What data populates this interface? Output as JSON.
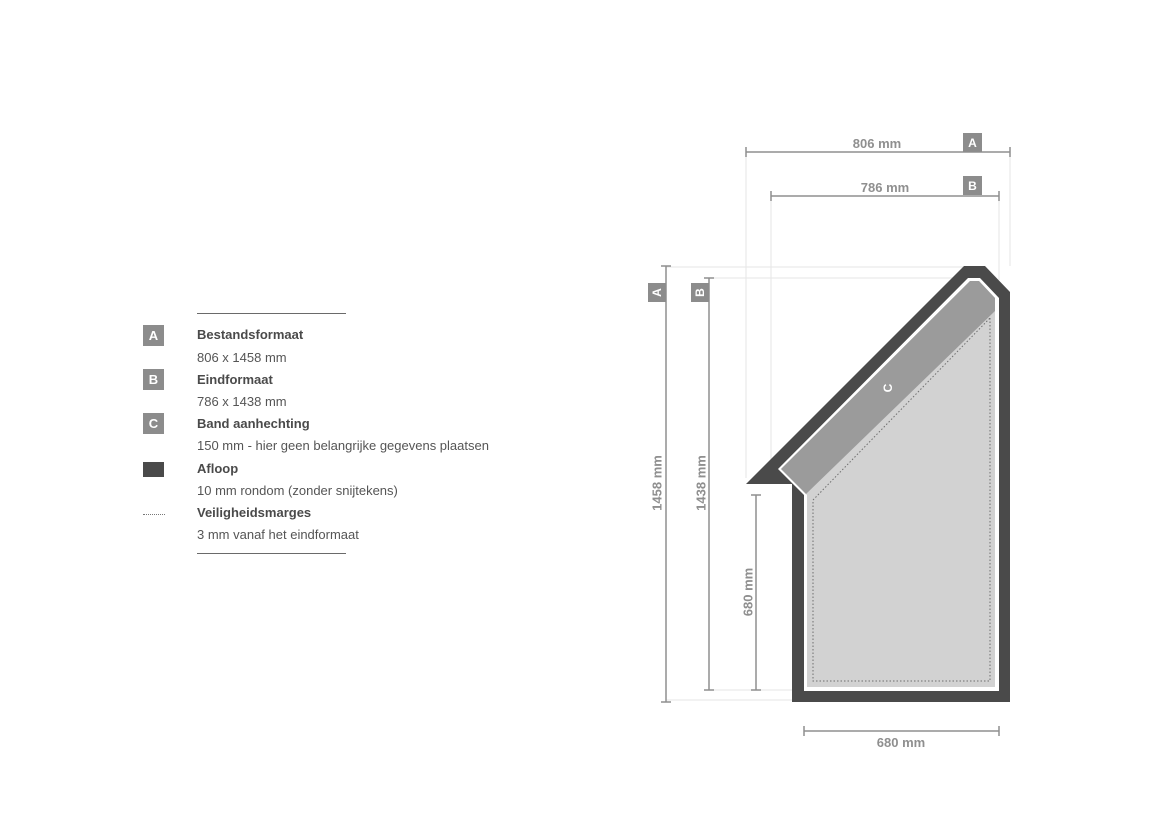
{
  "legend": {
    "items": [
      {
        "marker": "A",
        "title": "Bestandsformaat",
        "desc": "806 x 1458 mm"
      },
      {
        "marker": "B",
        "title": "Eindformaat",
        "desc": "786 x 1438 mm"
      },
      {
        "marker": "C",
        "title": "Band aanhechting",
        "desc": "150 mm - hier geen belangrijke gegevens plaatsen"
      },
      {
        "marker": "swatch",
        "title": "Afloop",
        "desc": "10 mm rondom (zonder snijtekens)"
      },
      {
        "marker": "dots",
        "title": "Veiligheidsmarges",
        "desc": "3 mm vanaf het eindformaat"
      }
    ]
  },
  "diagram": {
    "dims": {
      "top_a": {
        "text": "806 mm",
        "letter": "A"
      },
      "top_b": {
        "text": "786 mm",
        "letter": "B"
      },
      "left_a": {
        "text": "1458 mm",
        "letter": "A"
      },
      "left_b": {
        "text": "1438 mm",
        "letter": "B"
      },
      "inner_height": {
        "text": "680 mm"
      },
      "bottom": {
        "text": "680 mm"
      }
    },
    "band_label": "C"
  },
  "colors": {
    "bleed": "#4a4a4a",
    "band": "#9b9b9b",
    "safe_area": "#d2d2d2",
    "marker": "#8c8c8c",
    "dimension": "#8f8f8f"
  }
}
